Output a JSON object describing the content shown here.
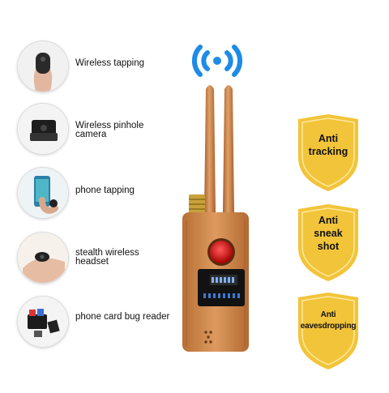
{
  "features": [
    {
      "label": "Wireless tapping",
      "icon": "wireless-earpiece-icon"
    },
    {
      "label": "Wireless pinhole camera",
      "icon": "pinhole-camera-icon"
    },
    {
      "label": "phone tapping",
      "icon": "phone-icon"
    },
    {
      "label": "stealth wireless headset",
      "icon": "headset-icon"
    },
    {
      "label": "phone card bug reader",
      "icon": "card-reader-icon"
    }
  ],
  "badges": [
    {
      "text": "Anti\ntracking"
    },
    {
      "text": "Anti\nsneak\nshot"
    },
    {
      "text": "Anti\neavesdropping"
    }
  ],
  "colors": {
    "device": "#d08a4e",
    "antenna": "#c47c40",
    "badge": "#f2c43a",
    "signal": "#1e8be8"
  },
  "icons": {
    "signal": "wireless-signal-icon"
  }
}
